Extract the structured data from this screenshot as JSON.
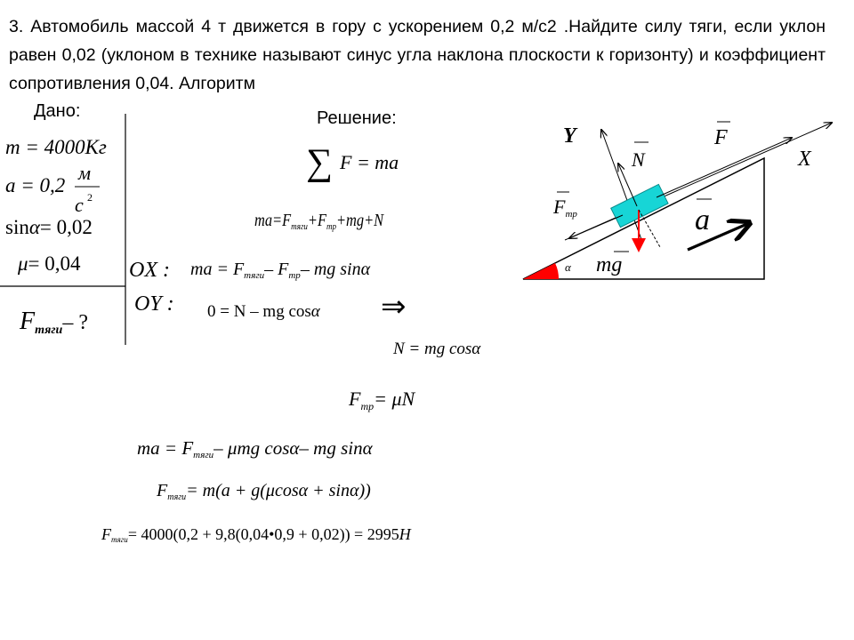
{
  "problem": {
    "text": "3. Автомобиль массой 4 т движется в гору с ускорением 0,2 м/с2 .Найдите силу тяги, если уклон равен 0,02  (уклоном в технике называют синус угла наклона плоскости к горизонту) и коэффициент сопротивления 0,04. Алгоритм"
  },
  "given": {
    "title": "Дано:",
    "m_lhs": "m = 4000",
    "m_unit": "Кг",
    "a_lhs": "a = 0,2",
    "a_unit_num": "м",
    "a_unit_den": "c",
    "a_unit_exp": "2",
    "sin_lhs": "sin",
    "alpha": "α",
    "sin_rhs": "= 0,02",
    "mu_sym": "μ",
    "mu_rhs": "= 0,04",
    "find_F": "F",
    "find_sub": "тяги",
    "find_q": "– ?"
  },
  "solution": {
    "title": "Решение:",
    "newton": {
      "sigma": "∑",
      "rest": "F = ma"
    },
    "vector_eq": {
      "ma": "ma",
      "eq": "=",
      "F": "F",
      "tyagi": "тяги",
      "plus1": "+",
      "tr": "тр",
      "plus2": "+",
      "mg": "mg",
      "plus3": "+",
      "N": "N"
    },
    "ox": {
      "label": "OX :",
      "lhs": "ma = F",
      "tyagi": "тяги",
      "m1": "– F",
      "tr": "тр",
      "rest": "– mg sin",
      "alpha": "α"
    },
    "oy": {
      "label": "OY :",
      "eq": "0 = N – mg cos",
      "alpha": "α",
      "implies": "⇒"
    },
    "n_eq": {
      "text": "N = mg cos",
      "alpha": "α"
    },
    "friction": {
      "F": "F",
      "tr": "тр",
      "eq": "= ",
      "mu": "μ",
      "N": "N"
    },
    "eq_sub": {
      "lhs": "ma = F",
      "tyagi": "тяги",
      "mid": "– ",
      "mu": "μ",
      "rest1": "mg cos",
      "alpha1": "α",
      "rest2": "– mg sin",
      "alpha2": "α"
    },
    "formula": {
      "F": "F",
      "tyagi": "тяги",
      "a": "= m(a + g(",
      "mu": "μ",
      "b": "cos",
      "alpha1": "α",
      "c": " + sin",
      "alpha2": "α",
      "d": "))"
    },
    "numeric": {
      "F": "F",
      "tyagi": "тяги",
      "a": "= 4000(0,2 + 9,8(0,04",
      "dot": "•",
      "b": "0,9 + 0,02)) = 2995",
      "unit": "H"
    }
  },
  "diagram": {
    "axis_y": "Y",
    "axis_x": "X",
    "label_N": "N",
    "label_F": "F",
    "label_Ftr": "F",
    "label_Ftr_sub": "тр",
    "label_a": "a",
    "label_mg": "mg",
    "label_alpha": "α",
    "colors": {
      "incline": "#000000",
      "block": "#17d5d6",
      "angle": "#ff0000",
      "accel": "#000000"
    }
  }
}
